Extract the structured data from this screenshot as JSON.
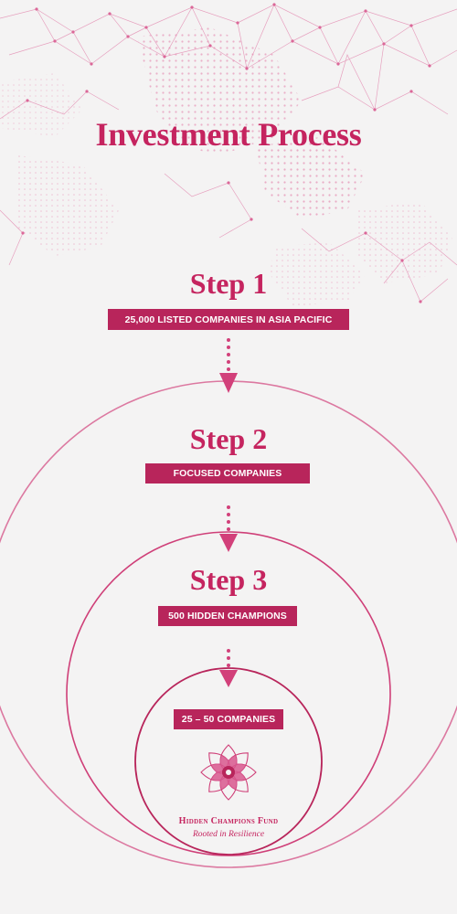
{
  "page": {
    "title": "Investment Process",
    "accent_color": "#c5245f",
    "label_color": "#b8255b",
    "background_color": "#f4f3f3"
  },
  "steps": [
    {
      "heading": "Step 1",
      "label": "25,000 LISTED COMPANIES IN ASIA PACIFIC"
    },
    {
      "heading": "Step 2",
      "label": "FOCUSED COMPANIES"
    },
    {
      "heading": "Step 3",
      "label": "500 HIDDEN CHAMPIONS"
    },
    {
      "heading": "",
      "label": "25 – 50 COMPANIES"
    }
  ],
  "brand": {
    "name": "Hidden Champions Fund",
    "tagline": "Rooted in Resilience",
    "logo_icon": "lotus-flower-icon"
  },
  "decoration": {
    "background_icon": "world-map-network-icon",
    "arrow_icon": "dotted-arrow-down-icon"
  }
}
